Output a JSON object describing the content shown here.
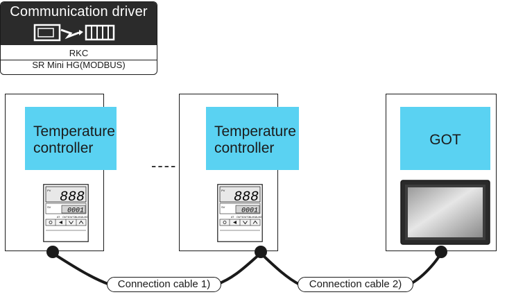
{
  "driver": {
    "title": "Communication driver",
    "maker": "RKC",
    "model": "SR Mini HG(MODBUS)",
    "icon": "pc-to-controller-link-icon"
  },
  "devices": [
    {
      "label_line1": "Temperature",
      "label_line2": "controller",
      "display": {
        "pv_tag": "PV",
        "pv_value": "888",
        "sv_tag": "SV",
        "sv_value": "0001",
        "status_labels": [
          "AT",
          "OUT1",
          "OUT2",
          "ALM1",
          "ALM2"
        ]
      }
    },
    {
      "label_line1": "Temperature",
      "label_line2": "controller",
      "display": {
        "pv_tag": "PV",
        "pv_value": "888",
        "sv_tag": "SV",
        "sv_value": "0001",
        "status_labels": [
          "AT",
          "OUT1",
          "OUT2",
          "ALM1",
          "ALM2"
        ]
      }
    },
    {
      "label": "GOT",
      "icon": "got-touch-panel-icon"
    }
  ],
  "ellipsis": "----",
  "cables": [
    {
      "label": "Connection cable 1)"
    },
    {
      "label": "Connection cable 2)"
    }
  ],
  "colors": {
    "label_fill": "#5ad2f2",
    "badge_head": "#2b2b2b",
    "line": "#1a1a1a"
  }
}
